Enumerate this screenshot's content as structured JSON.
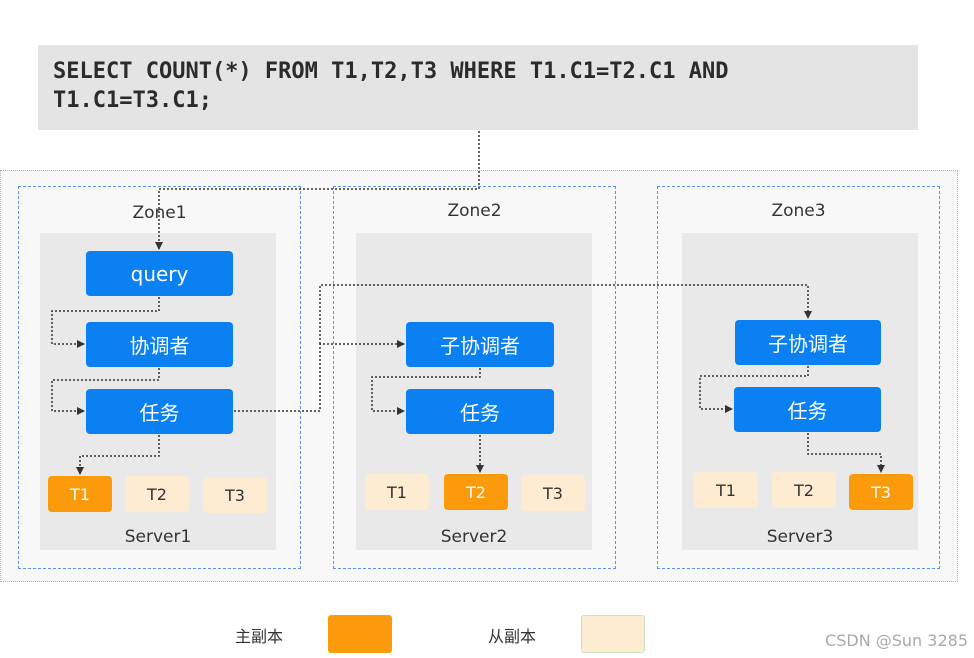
{
  "sql": {
    "line1": "SELECT COUNT(*) FROM T1,T2,T3 WHERE T1.C1=T2.C1 AND",
    "line2": "T1.C1=T3.C1;"
  },
  "zones": [
    {
      "title": "Zone1",
      "server": "Server1",
      "nodes": [
        "query",
        "协调者",
        "任务"
      ],
      "tables": [
        "T1",
        "T2",
        "T3"
      ],
      "primary": "T1"
    },
    {
      "title": "Zone2",
      "server": "Server2",
      "nodes": [
        "子协调者",
        "任务"
      ],
      "tables": [
        "T1",
        "T2",
        "T3"
      ],
      "primary": "T2"
    },
    {
      "title": "Zone3",
      "server": "Server3",
      "nodes": [
        "子协调者",
        "任务"
      ],
      "tables": [
        "T1",
        "T2",
        "T3"
      ],
      "primary": "T3"
    }
  ],
  "legend": {
    "primary_label": "主副本",
    "secondary_label": "从副本",
    "primary_color": "#fb9b0b",
    "secondary_color": "#fdecd2"
  },
  "colors": {
    "node": "#0a80f2",
    "zone_border": "#5b93e6"
  },
  "watermark": "CSDN @Sun 3285"
}
